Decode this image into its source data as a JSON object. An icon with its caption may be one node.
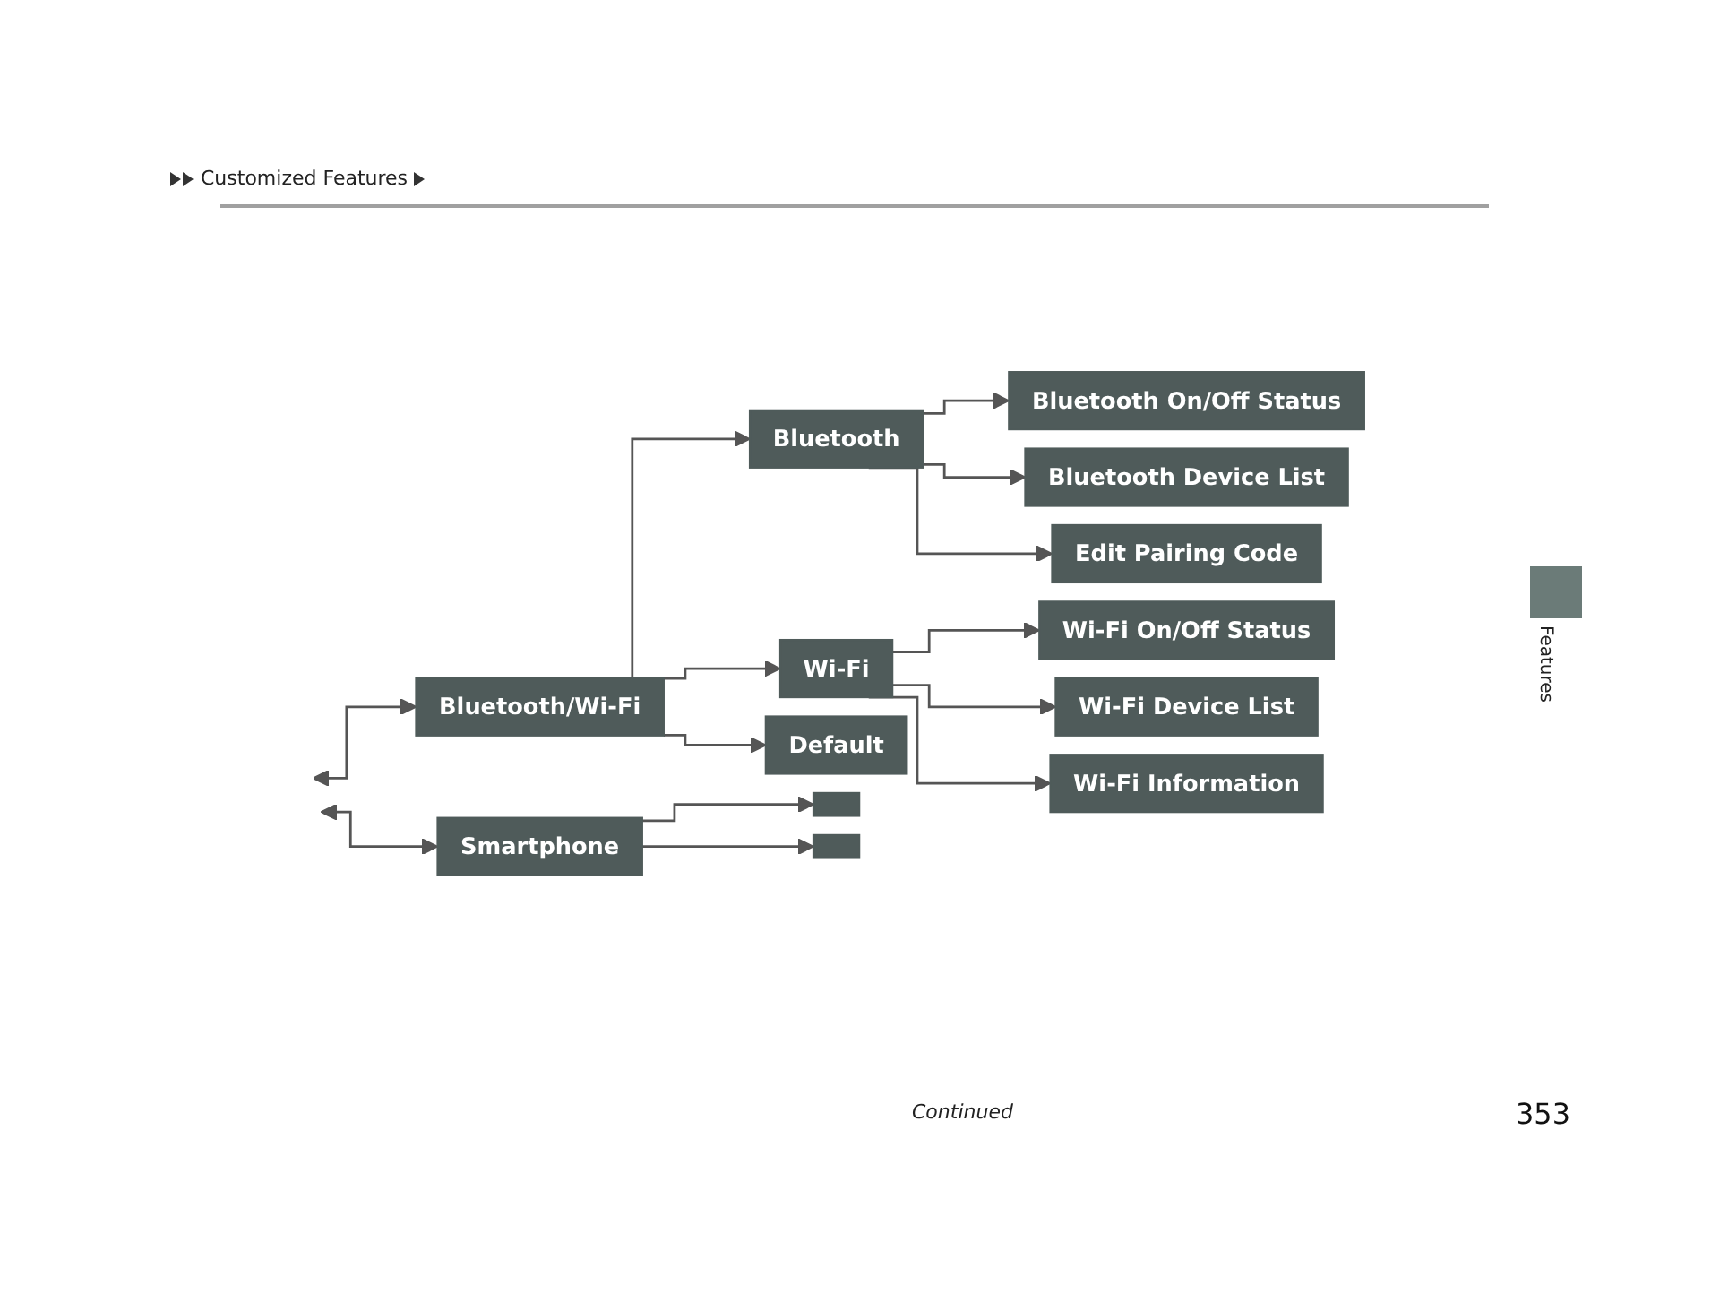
{
  "diagram": {
    "nodes": [
      {
        "text": [
          "Bluetooth/Wi-Fi"
        ]
      },
      {
        "text": [
          "Bluetooth"
        ]
      },
      {
        "text": [
          "Bluetooth On/Off Status"
        ]
      },
      {
        "text": [
          "Bluetooth Device List"
        ]
      },
      {
        "text": [
          "Edit Pairing Code"
        ]
      },
      {
        "text": [
          "Wi-Fi"
        ]
      },
      {
        "text": [
          "Wi-Fi On/Off Status"
        ]
      },
      {
        "text": [
          "Wi-Fi Device List"
        ]
      },
      {
        "text": [
          "Wi-Fi Information"
        ]
      },
      {
        "text": [
          "Default"
        ]
      },
      {
        "text": [
          "Smartphone"
        ]
      },
      {
        "text": [],
        "shape": "bar"
      },
      {
        "text": [],
        "shape": "bar"
      }
    ],
    "edges": [
      {
        "from": null,
        "to": 0,
        "arrow": "both"
      },
      {
        "from": null,
        "to": 10,
        "arrow": "both"
      },
      {
        "from": 0,
        "to": 1,
        "arrow": "to"
      },
      {
        "from": 0,
        "to": 5,
        "arrow": "to"
      },
      {
        "from": 0,
        "to": 9,
        "arrow": "to"
      },
      {
        "from": 1,
        "to": 2,
        "arrow": "to"
      },
      {
        "from": 1,
        "to": 3,
        "arrow": "to"
      },
      {
        "from": 1,
        "to": 4,
        "arrow": "to"
      },
      {
        "from": 5,
        "to": 6,
        "arrow": "to"
      },
      {
        "from": 5,
        "to": 7,
        "arrow": "to"
      },
      {
        "from": 5,
        "to": 8,
        "arrow": "to"
      },
      {
        "from": 10,
        "to": 11,
        "arrow": "to"
      },
      {
        "from": 10,
        "to": 12,
        "arrow": "to"
      }
    ],
    "labels": [
      "Customized Features",
      "Features",
      "Continued",
      "353"
    ]
  }
}
